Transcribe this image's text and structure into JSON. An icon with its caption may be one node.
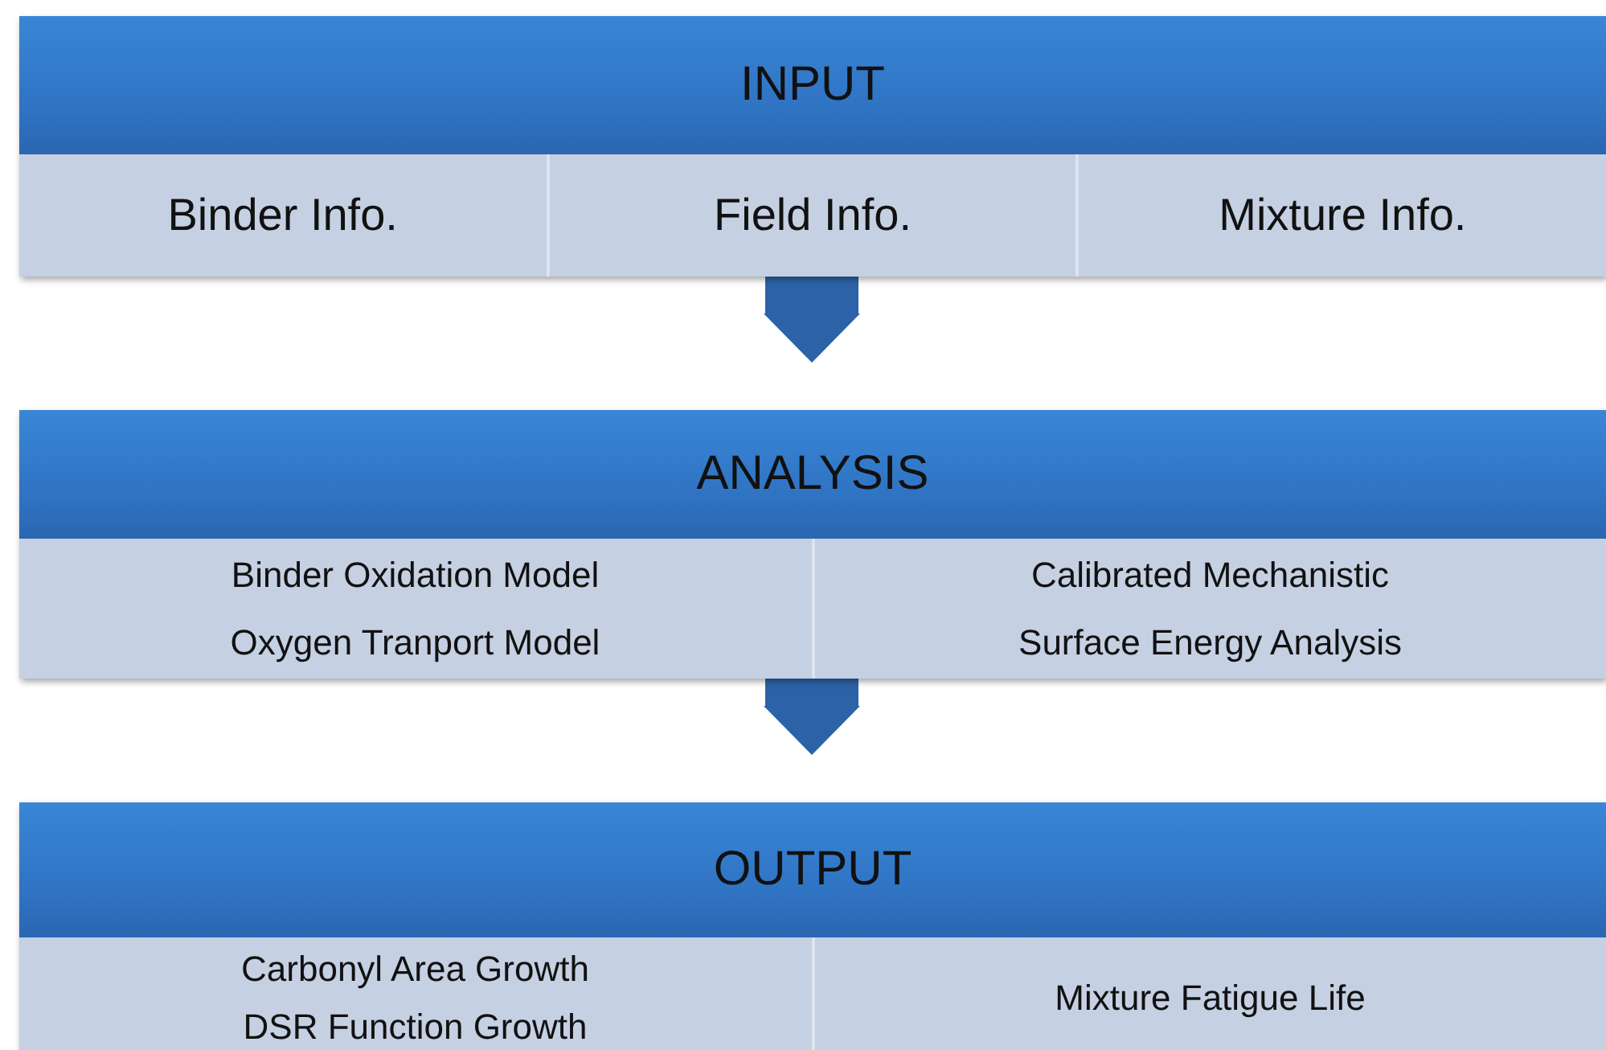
{
  "diagram": {
    "nodes": [
      {
        "text": [
          "INPUT"
        ]
      },
      {
        "text": [
          "Binder Info."
        ],
        "in": 0
      },
      {
        "text": [
          "Field Info."
        ],
        "in": 0
      },
      {
        "text": [
          "Mixture Info."
        ],
        "in": 0
      },
      {
        "text": [
          "ANALYSIS"
        ]
      },
      {
        "text": [
          "Binder Oxidation Model",
          "Oxygen Tranport Model"
        ],
        "in": 4
      },
      {
        "text": [
          "Calibrated Mechanistic",
          "Surface Energy Analysis"
        ],
        "in": 4
      },
      {
        "text": [
          "OUTPUT"
        ]
      },
      {
        "text": [
          "Carbonyl Area Growth",
          "DSR Function Growth"
        ],
        "in": 7
      },
      {
        "text": [
          "Mixture Fatigue Life"
        ],
        "in": 7
      }
    ],
    "edges": [
      {
        "from": 0,
        "to": 4,
        "arrow": "to"
      },
      {
        "from": 4,
        "to": 7,
        "arrow": "to"
      }
    ]
  }
}
